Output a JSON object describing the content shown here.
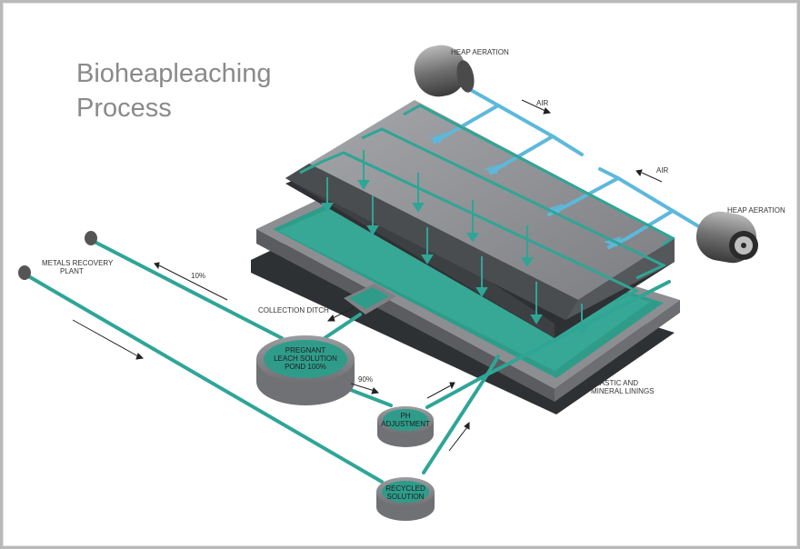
{
  "title": {
    "line1": "Bioheapleaching",
    "line2": "Process"
  },
  "labels": {
    "heap_aeration_top": "HEAP AERATION",
    "heap_aeration_right": "HEAP AERATION",
    "air_top": "AIR",
    "air_right": "AIR",
    "metals_recovery_1": "METALS RECOVERY",
    "metals_recovery_2": "PLANT",
    "pct_10": "10%",
    "collection_ditch": "COLLECTION DITCH",
    "pct_90": "90%",
    "plastic_linings_1": "PLASTIC AND",
    "plastic_linings_2": "MINERAL LININGS"
  },
  "ponds": {
    "pregnant": {
      "line1": "PREGNANT",
      "line2": "LEACH SOLUTION",
      "line3": "POND 100%"
    },
    "ph": {
      "line1": "PH",
      "line2": "ADJUSTMENT"
    },
    "recycled": {
      "line1": "RECYCLED",
      "line2": "SOLUTION"
    }
  },
  "colors": {
    "pipe_solution": "#2fa596",
    "pipe_air": "#5db8dc",
    "heap_top": "#8e9094",
    "heap_dark": "#3a3d40",
    "pond_fill": "#2f9c8a"
  }
}
